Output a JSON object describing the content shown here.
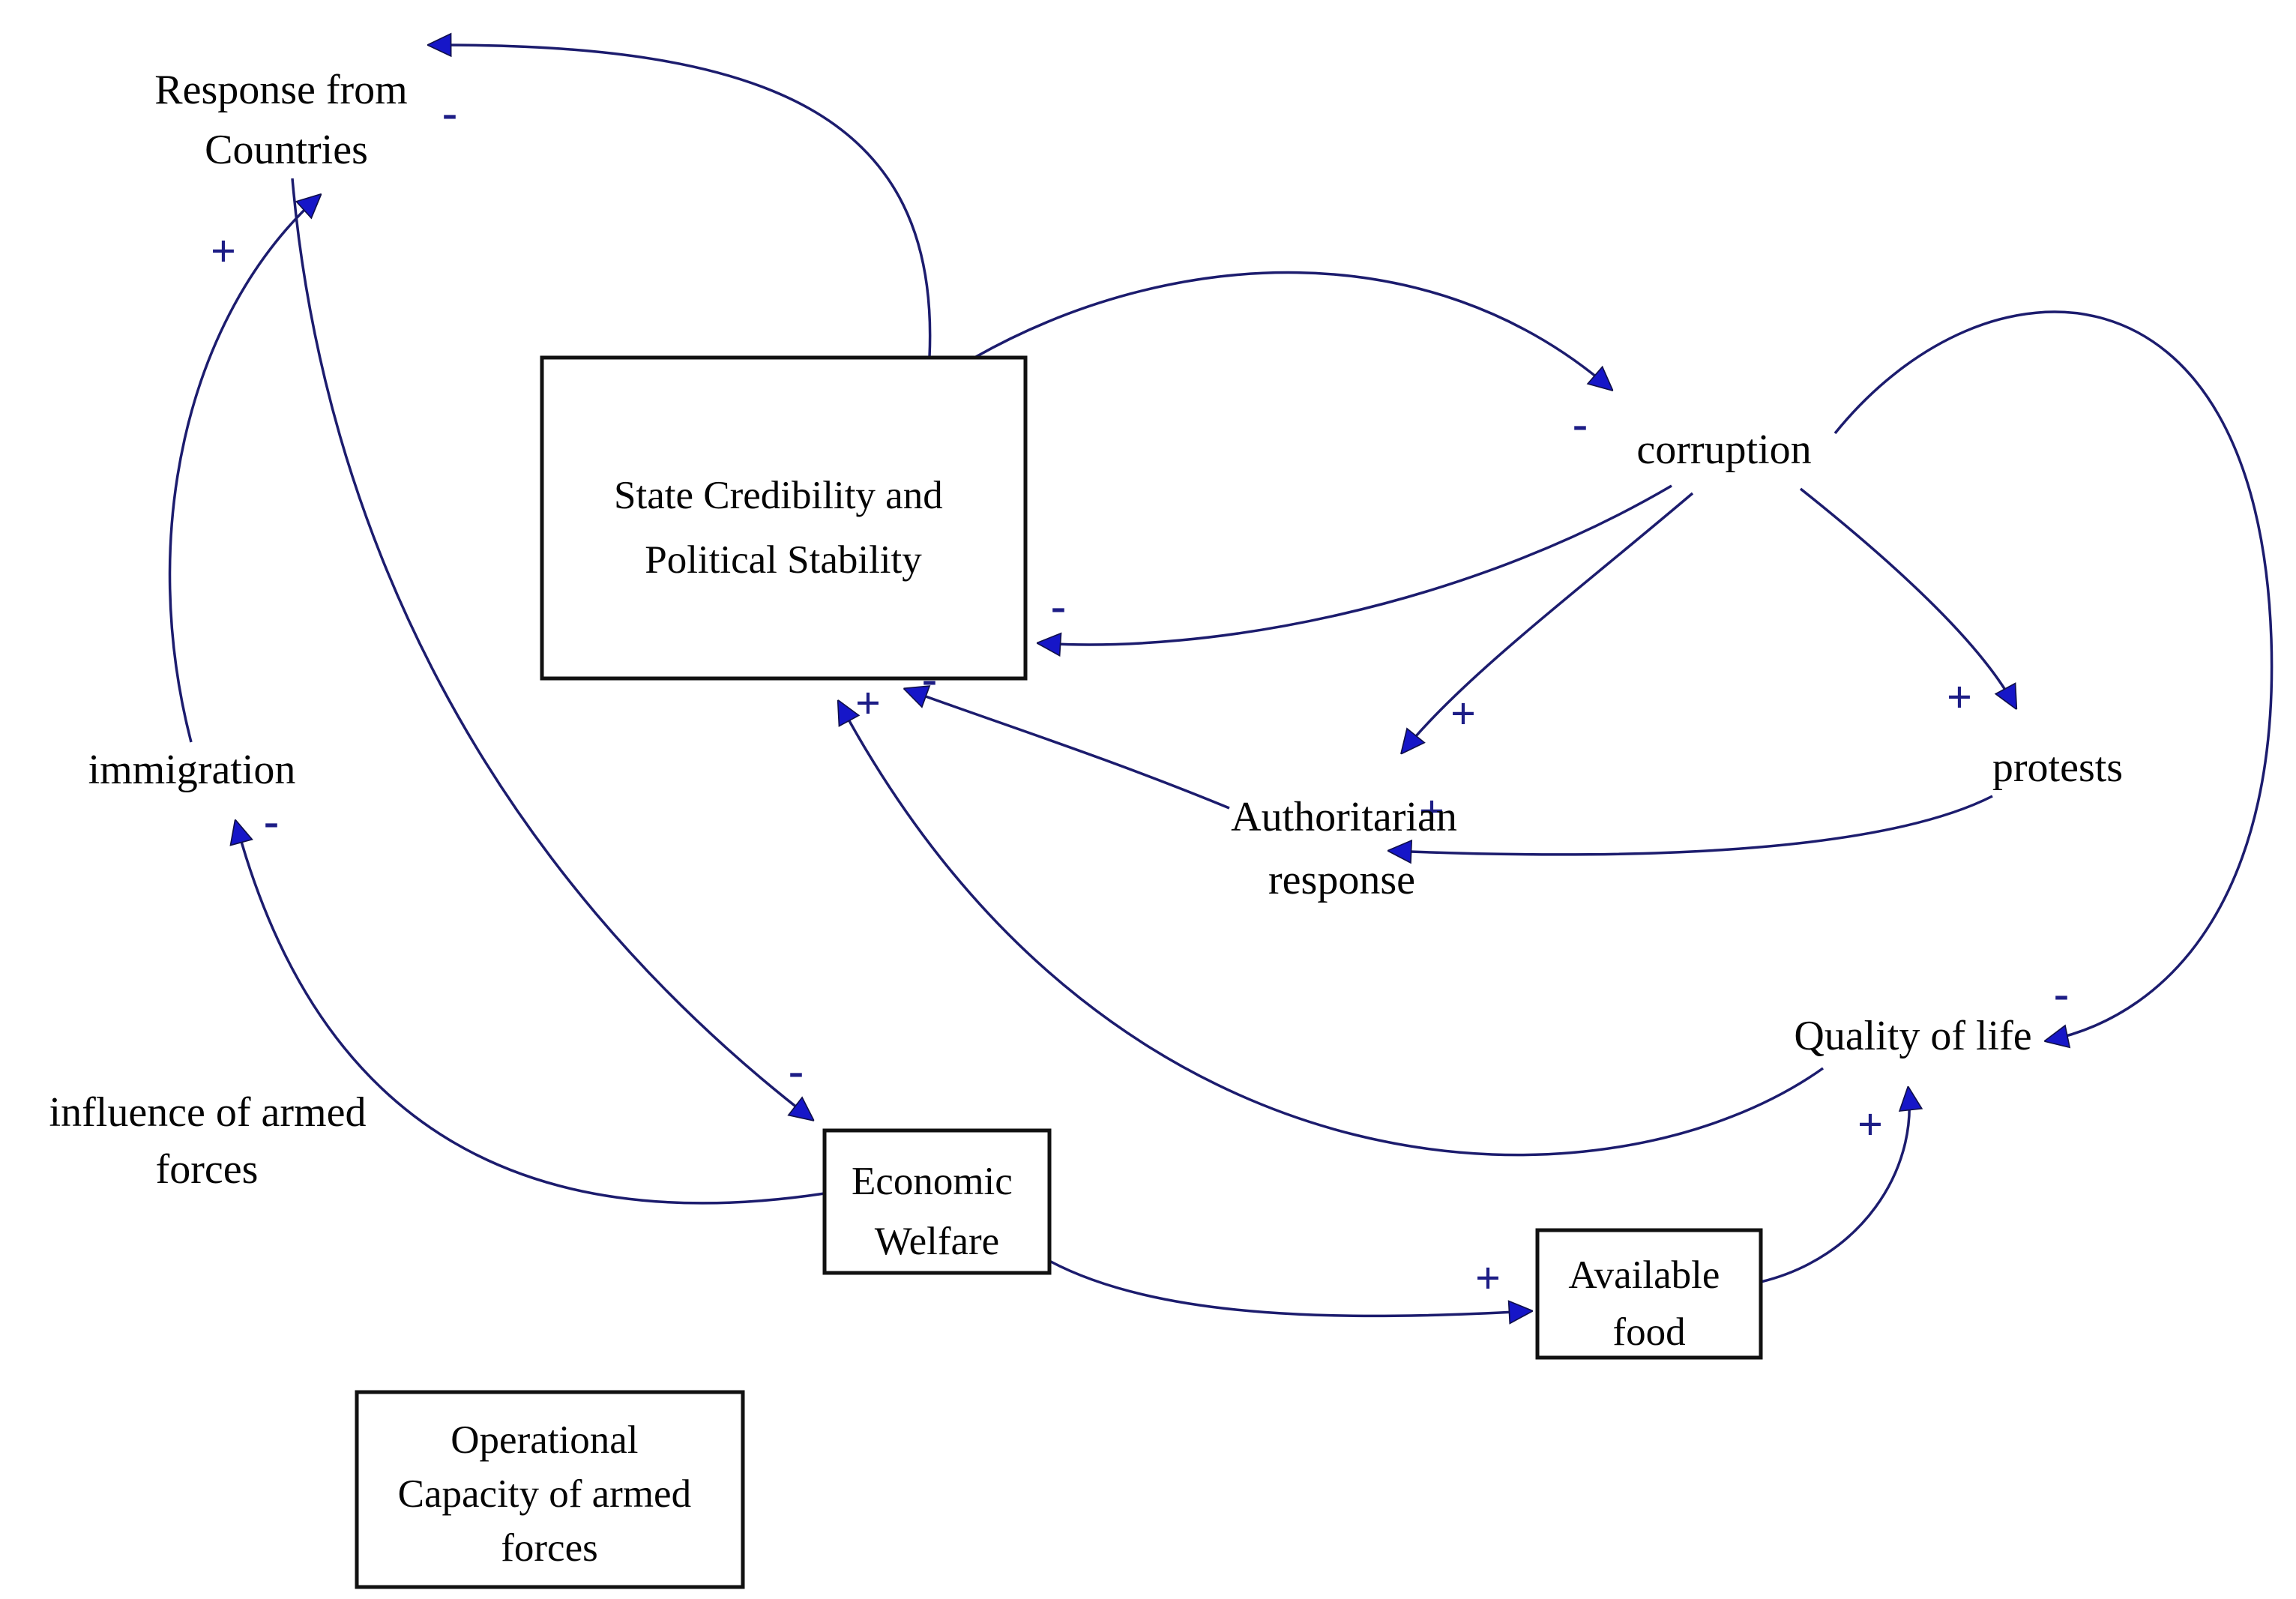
{
  "diagram": {
    "type": "causal-loop-diagram",
    "background_color": "#ffffff",
    "line_color": "#1c1c6e",
    "arrowhead_color": "#1616c8",
    "sign_color": "#1d1d86",
    "text_color": "#050505"
  },
  "nodes": {
    "response_from_countries": {
      "line1": "Response from",
      "line2": "Countries",
      "boxed": false
    },
    "state_credibility": {
      "line1": "State Credibility and",
      "line2": "Political Stability",
      "boxed": true
    },
    "corruption": {
      "label": "corruption",
      "boxed": false
    },
    "authoritarian_response": {
      "line1": "Authoritarian",
      "line2": "response",
      "boxed": false
    },
    "protests": {
      "label": "protests",
      "boxed": false
    },
    "quality_of_life": {
      "label": "Quality of life",
      "boxed": false
    },
    "economic_welfare": {
      "line1": "Economic",
      "line2": "Welfare",
      "boxed": true
    },
    "available_food": {
      "line1": "Available",
      "line2": "food",
      "boxed": true
    },
    "immigration": {
      "label": "immigration",
      "boxed": false
    },
    "influence_of_armed_forces": {
      "line1": "influence of armed",
      "line2": "forces",
      "boxed": false
    },
    "operational_capacity": {
      "line1": "Operational",
      "line2": "Capacity of armed",
      "line3": "forces",
      "boxed": true
    }
  },
  "edges": [
    {
      "from": "state_credibility",
      "to": "response_from_countries",
      "sign": "-"
    },
    {
      "from": "immigration",
      "to": "response_from_countries",
      "sign": "+"
    },
    {
      "from": "response_from_countries",
      "to": "economic_welfare",
      "sign": "-"
    },
    {
      "from": "state_credibility",
      "to": "corruption",
      "sign": "-"
    },
    {
      "from": "corruption",
      "to": "state_credibility",
      "sign": "-"
    },
    {
      "from": "corruption",
      "to": "authoritarian_response",
      "sign": "+"
    },
    {
      "from": "protests",
      "to": "authoritarian_response",
      "sign": "+"
    },
    {
      "from": "corruption",
      "to": "protests",
      "sign": "+"
    },
    {
      "from": "corruption",
      "to": "quality_of_life",
      "sign": "-"
    },
    {
      "from": "available_food",
      "to": "quality_of_life",
      "sign": "+"
    },
    {
      "from": "economic_welfare",
      "to": "available_food",
      "sign": "+"
    },
    {
      "from": "quality_of_life",
      "to": "state_credibility",
      "sign": "+"
    },
    {
      "from": "authoritarian_response",
      "to": "state_credibility",
      "sign": "-"
    },
    {
      "from": "economic_welfare",
      "to": "immigration",
      "sign": "-"
    }
  ]
}
